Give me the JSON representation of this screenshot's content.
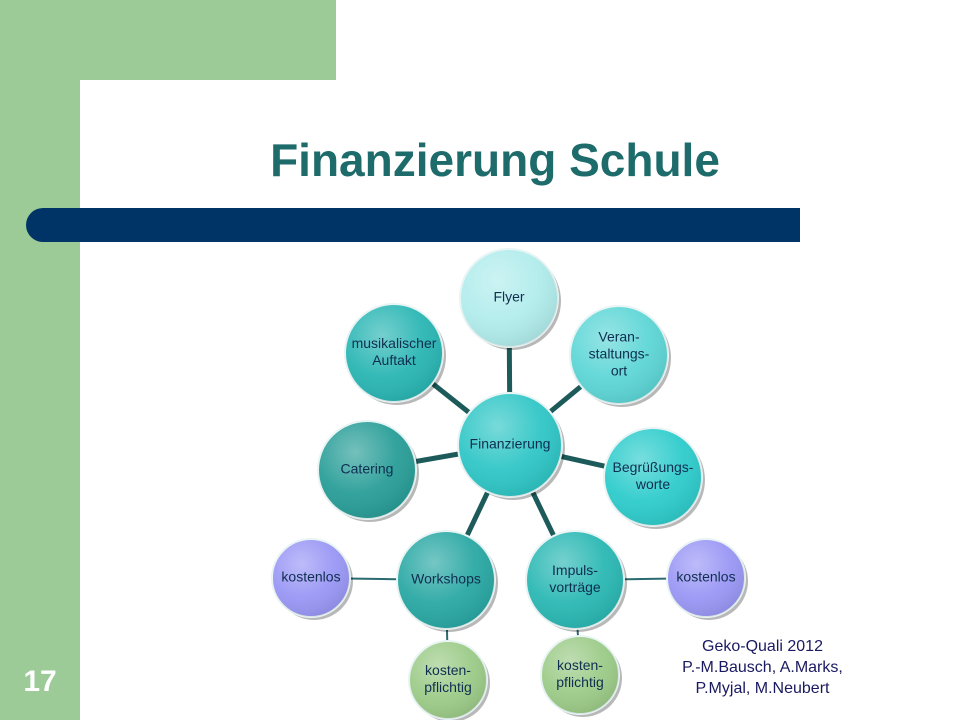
{
  "slide": {
    "title": "Finanzierung Schule",
    "page_number": "17",
    "footer": [
      "Geko-Quali 2012",
      "P.-M.Bausch, A.Marks,",
      "P.Myjal, M.Neubert"
    ]
  },
  "colors": {
    "background_band": "#9ccb97",
    "title_text": "#1e6b6b",
    "title_bar": "#003366",
    "footer_text": "#1a1a60"
  },
  "diagram": {
    "center": {
      "id": "center",
      "lines": [
        "Finanzierung"
      ],
      "color": "#30c6c6"
    },
    "nodes": [
      {
        "id": "flyer",
        "lines": [
          "Flyer"
        ],
        "color": "#b1ecec",
        "parent": "center"
      },
      {
        "id": "veranstaltungsort",
        "lines": [
          "Veran-",
          "staltungs-",
          "ort"
        ],
        "color": "#5ed6d6",
        "parent": "center"
      },
      {
        "id": "begruessung",
        "lines": [
          "Begrüßungs-",
          "worte"
        ],
        "color": "#2fcccc",
        "parent": "center"
      },
      {
        "id": "impuls",
        "lines": [
          "Impuls-",
          "vorträge"
        ],
        "color": "#2bb8b4",
        "parent": "center"
      },
      {
        "id": "workshops",
        "lines": [
          "Workshops"
        ],
        "color": "#2aa8a4",
        "parent": "center"
      },
      {
        "id": "catering",
        "lines": [
          "Catering"
        ],
        "color": "#2a9e98",
        "parent": "center"
      },
      {
        "id": "musik",
        "lines": [
          "musikalischer",
          "Auftakt"
        ],
        "color": "#2ab6b4",
        "parent": "center"
      },
      {
        "id": "kostenlos-left",
        "lines": [
          "kostenlos"
        ],
        "color": "#9a97f5",
        "parent": "workshops"
      },
      {
        "id": "kostenpflichtig-left",
        "lines": [
          "kosten-",
          "pflichtig"
        ],
        "color": "#9ccb88",
        "parent": "workshops"
      },
      {
        "id": "kostenlos-right",
        "lines": [
          "kostenlos"
        ],
        "color": "#9a97f5",
        "parent": "impuls"
      },
      {
        "id": "kostenpflichtig-right",
        "lines": [
          "kosten-",
          "pflichtig"
        ],
        "color": "#9ccb88",
        "parent": "impuls"
      }
    ]
  }
}
